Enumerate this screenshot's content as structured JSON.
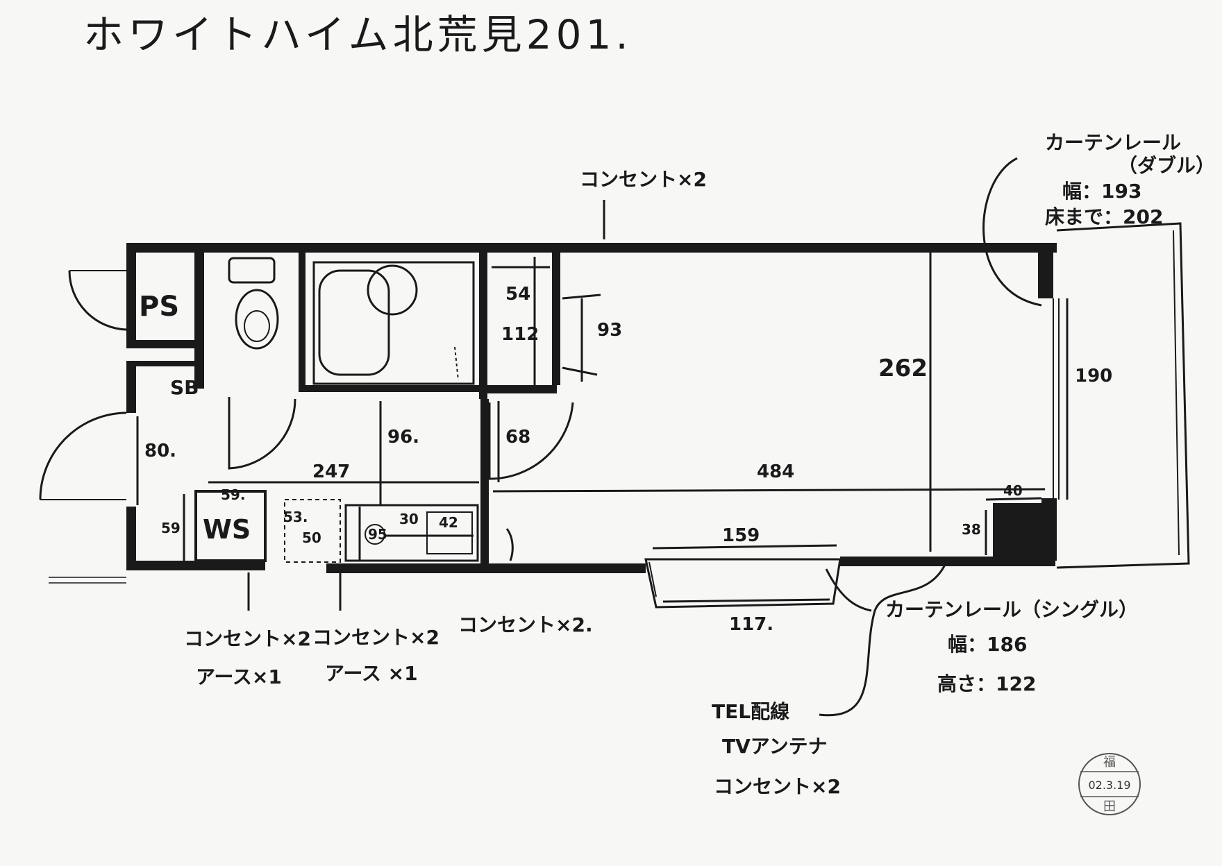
{
  "title": "ホワイトハイム北荒見201.",
  "rooms": {
    "ps": "PS",
    "sb": "SB",
    "ws": "WS"
  },
  "notes": {
    "outlet_top": "コンセント×2",
    "curtain_double_line1": "カーテンレール",
    "curtain_double_line2": "（ダブル）",
    "curtain_double_width": "幅：193",
    "curtain_double_floor": "床まで：202",
    "outlet_bottom_mid": "コンセント×2.",
    "curtain_single_line1": "カーテンレール（シングル）",
    "curtain_single_width": "幅：186",
    "curtain_single_height": "高さ：122",
    "outlet_ws1_line1": "コンセント×2",
    "outlet_ws1_line2": "アース×1",
    "outlet_ws2_line1": "コンセント×2",
    "outlet_ws2_line2": "アース ×1",
    "tel_line1": "TEL配線",
    "tel_line2": "TVアンテナ",
    "tel_line3": "コンセント×2"
  },
  "dimensions": {
    "d54": "54",
    "d112": "112",
    "d93": "93",
    "d262": "262",
    "d190": "190",
    "d96": "96.",
    "d68": "68",
    "d80": "80.",
    "d247": "247",
    "d484": "484",
    "d59a": "59.",
    "d59b": "59",
    "d53": "53.",
    "d50": "50",
    "d95": "95",
    "d30": "30",
    "d42": "42",
    "d40": "40",
    "d38": "38",
    "d159": "159",
    "d117": "117."
  },
  "stamp": {
    "top": "福",
    "date": "02.3.19",
    "bottom": "田"
  }
}
